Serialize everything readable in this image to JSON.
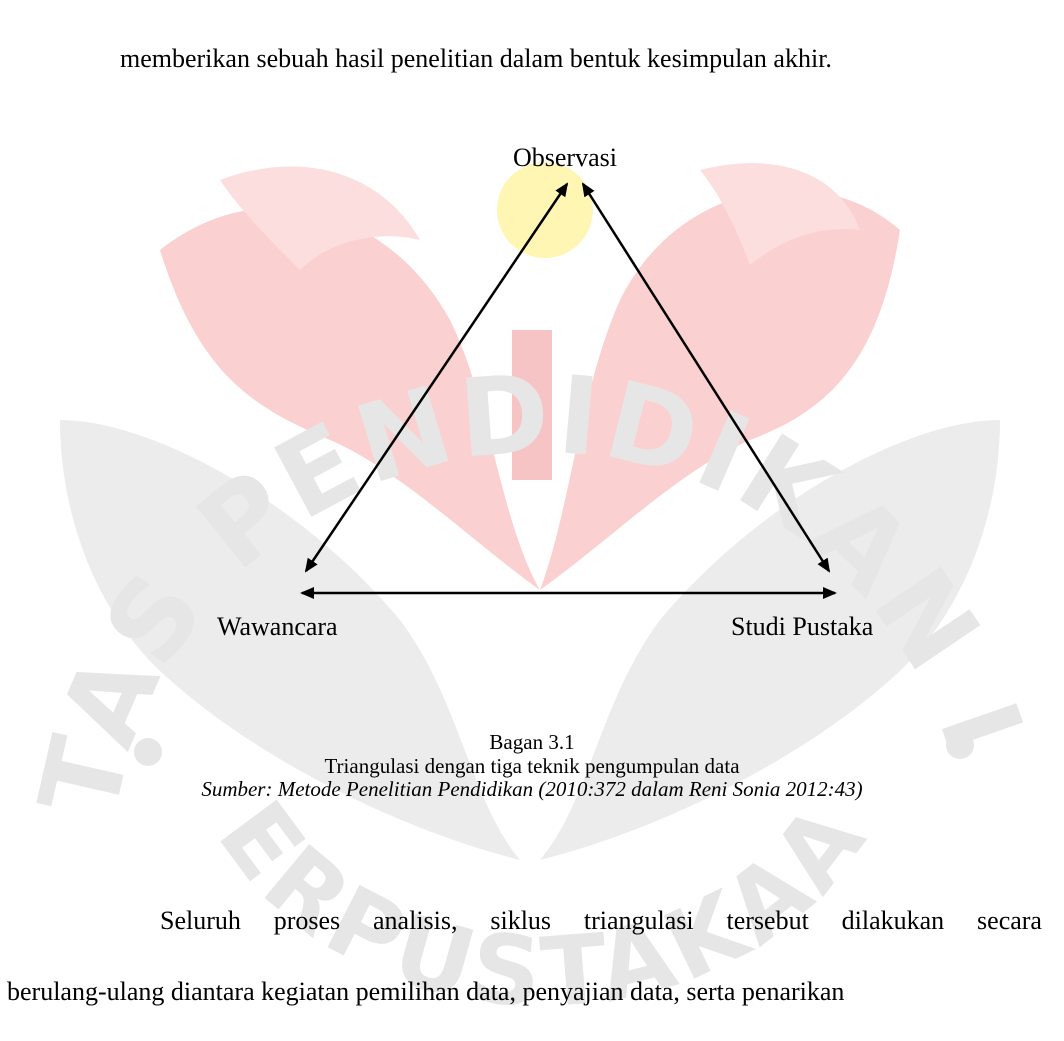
{
  "document": {
    "top_line": "memberikan sebuah hasil penelitian dalam bentuk kesimpulan akhir.",
    "diagram": {
      "nodes": {
        "top": "Observasi",
        "bottom_left": "Wawancara",
        "bottom_right": "Studi Pustaka"
      },
      "edges": [
        {
          "from": "Observasi",
          "to": "Wawancara",
          "arrows": "both"
        },
        {
          "from": "Observasi",
          "to": "Studi Pustaka",
          "arrows": "both"
        },
        {
          "from": "Wawancara",
          "to": "Studi Pustaka",
          "arrows": "both"
        }
      ]
    },
    "caption": {
      "label": "Bagan 3.1",
      "title": "Triangulasi dengan tiga teknik pengumpulan data",
      "source": "Sumber: Metode Penelitian Pendidikan (2010:372 dalam Reni Sonia 2012:43)"
    },
    "paragraph": {
      "line1_words": [
        "Seluruh",
        "proses",
        "analisis,",
        "siklus",
        "triangulasi",
        "tersebut",
        "dilakukan",
        "secara"
      ],
      "line2": "berulang-ulang diantara kegiatan pemilihan data, penyajian data, serta penarikan"
    }
  },
  "watermark": {
    "text_top": "UNIVERSITAS PENDIDIKAN INDONESIA",
    "text_bottom": "PERPUSTAKAAN",
    "colors": {
      "text": "#e6e6e6",
      "red": "#fbd0d0",
      "gray": "#e9e9e9",
      "yellow": "#fff6b3"
    }
  }
}
